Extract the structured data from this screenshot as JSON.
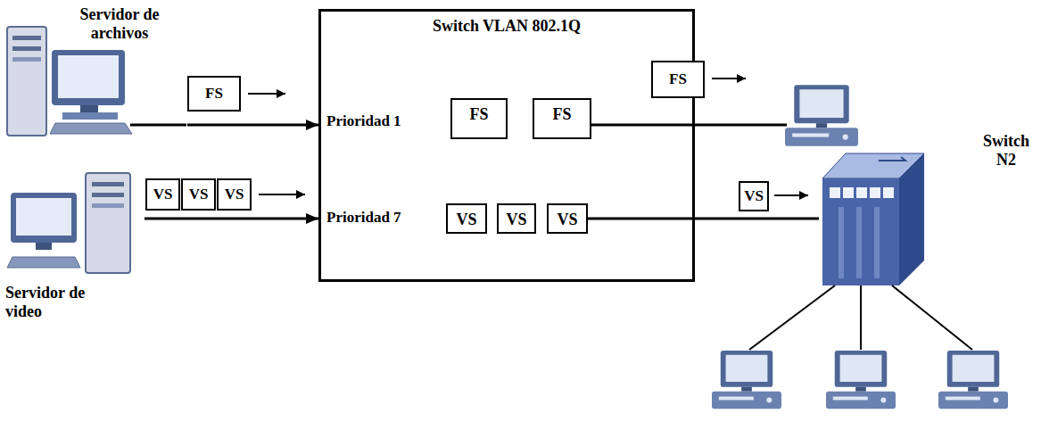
{
  "diagram": {
    "nodes": [
      {
        "text": [
          "Servidor de archivos"
        ]
      },
      {
        "text": [
          "FS"
        ]
      },
      {
        "text": [
          "Switch VLAN 802.1Q"
        ]
      },
      {
        "text": [
          "FS"
        ],
        "in": 2
      },
      {
        "text": [
          "FS"
        ],
        "in": 2
      },
      {
        "text": [
          "VS"
        ],
        "in": 2
      },
      {
        "text": [
          "VS"
        ],
        "in": 2
      },
      {
        "text": [
          "VS"
        ],
        "in": 2
      },
      {
        "text": [
          "FS"
        ]
      },
      {
        "text": [
          "Switch N2"
        ]
      },
      {
        "text": [
          "VS"
        ]
      },
      {
        "text": [
          "VS"
        ]
      },
      {
        "text": [
          "VS"
        ]
      },
      {
        "text": [
          "VS"
        ]
      },
      {
        "text": [
          "Servidor de video"
        ]
      }
    ],
    "edges": [
      {
        "from": 0,
        "to": 2,
        "arrow": "to"
      },
      {
        "from": 14,
        "to": 2,
        "arrow": "to"
      },
      {
        "from": 7,
        "to": 9,
        "arrow": "none"
      }
    ],
    "labels": [
      "Prioridad 1",
      "Prioridad 7"
    ]
  }
}
